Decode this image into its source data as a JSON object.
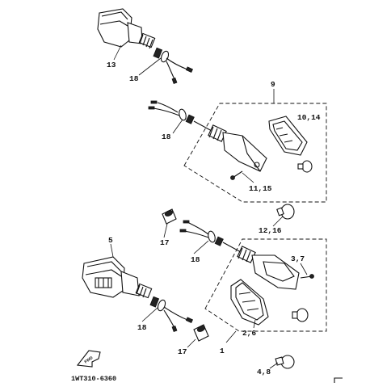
{
  "callouts": {
    "c13": "13",
    "c18_top": "18",
    "c9": "9",
    "c10_14": "10,14",
    "c18_mid": "18",
    "c11_15": "11,15",
    "c12_16": "12,16",
    "c17_top": "17",
    "c5": "5",
    "c18_low": "18",
    "c3_7": "3,7",
    "c18_left": "18",
    "c2_6": "2,6",
    "c17_bottom": "17",
    "c1": "1",
    "c4_8": "4,8"
  },
  "fwd_label": "FWD",
  "drawing_code": "1WT310-6360"
}
